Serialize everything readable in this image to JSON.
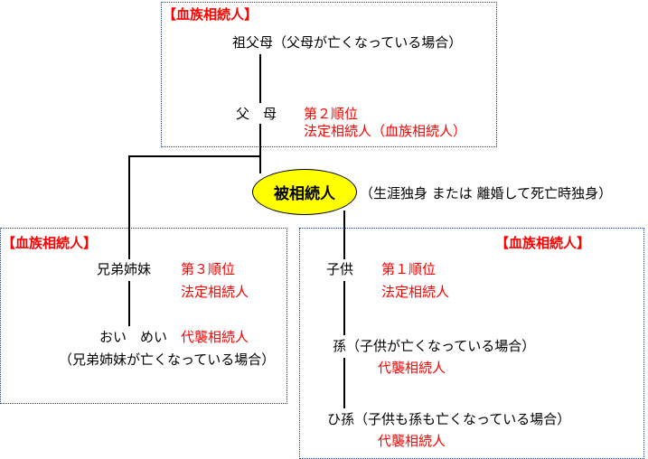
{
  "top_group": {
    "header": "【血族相続人】",
    "grandparents": "祖父母（父母が亡くなっている場合）",
    "parents": "父　母",
    "rank": "第２順位",
    "heir_type": "法定相続人（血族相続人）"
  },
  "decedent": {
    "label": "被相続人",
    "note": "（生涯独身 または 離婚して死亡時独身）"
  },
  "left_group": {
    "header": "【血族相続人】",
    "siblings": "兄弟姉妹",
    "rank": "第３順位",
    "heir_type": "法定相続人",
    "nephews": "おい　めい",
    "representative": "代襲相続人",
    "nephews_condition": "（兄弟姉妹が亡くなっている場合）"
  },
  "right_group": {
    "header": "【血族相続人】",
    "children": "子供",
    "rank": "第１順位",
    "heir_type": "法定相続人",
    "grandchildren": "孫（子供が亡くなっている場合）",
    "grandchildren_heir": "代襲相続人",
    "great_grandchildren": "ひ孫（子供も孫も亡くなっている場合）",
    "great_grandchildren_heir": "代襲相続人"
  },
  "colors": {
    "heir_red": "#ff0000",
    "decedent_fill": "#ffff00",
    "box_border": "#1f3f9f"
  }
}
